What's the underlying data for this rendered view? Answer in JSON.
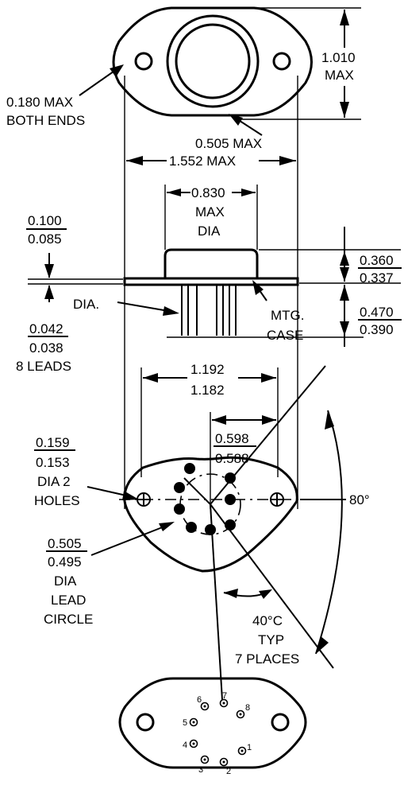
{
  "labels": {
    "height_top": "1.010",
    "height_max": "MAX",
    "flange_max": "0.180 MAX",
    "flange_ends": "BOTH ENDS",
    "radius_max": "0.505 MAX",
    "width_max": "1.552 MAX",
    "cap_dia_val": "0.830",
    "cap_dia_max": "MAX",
    "cap_dia_dia": "DIA",
    "flange_thk_top": "0.100",
    "flange_thk_bot": "0.085",
    "cap_h_top": "0.360",
    "cap_h_bot": "0.337",
    "lead_len_top": "0.470",
    "lead_len_bot": "0.390",
    "lead_dia_label": "DIA.",
    "lead_dia_top": "0.042",
    "lead_dia_bot": "0.038",
    "lead_count": "8 LEADS",
    "mtg_line1": "MTG.",
    "mtg_line2": "CASE",
    "hole_space_top": "1.192",
    "hole_space_bot": "1.182",
    "half_space_top": "0.598",
    "half_space_bot": "0.588",
    "hole_dia_top": "0.159",
    "hole_dia_bot": "0.153",
    "hole_dia_l1": "DIA 2",
    "hole_dia_l2": "HOLES",
    "angle_80": "80°",
    "circle_top": "0.505",
    "circle_bot": "0.495",
    "circle_l1": "DIA",
    "circle_l2": "LEAD",
    "circle_l3": "CIRCLE",
    "angle_40": "40°C",
    "angle_40_typ": "TYP",
    "angle_40_places": "7 PLACES"
  },
  "pin_numbers": [
    "1",
    "2",
    "3",
    "4",
    "5",
    "6",
    "7",
    "8"
  ]
}
